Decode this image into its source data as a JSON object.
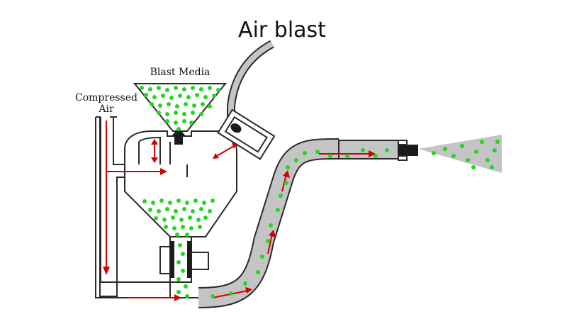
{
  "title": "Air blast",
  "labels": {
    "blast_media": "Blast Media",
    "compressed_air_line1": "Compressed",
    "compressed_air_line2": "Air"
  },
  "colors": {
    "media": "#22d622",
    "flow_arrow": "#d20000",
    "hose": "#c4c4c4",
    "outline": "#2a2a2a"
  },
  "icons": {
    "arrow": "red-flow-arrow",
    "valve": "black-valve-arrow"
  }
}
